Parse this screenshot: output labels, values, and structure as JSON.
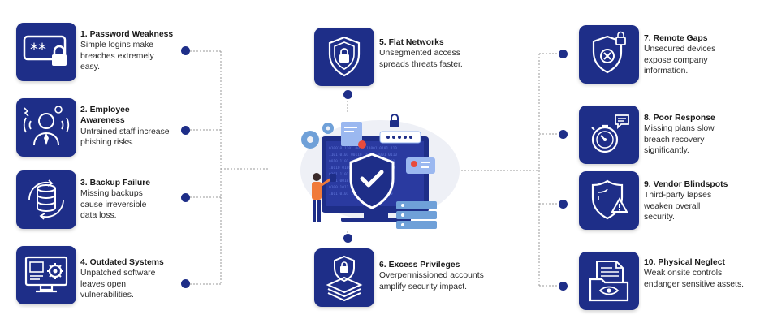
{
  "items": [
    {
      "num": "1.",
      "title": "Password Weakness",
      "desc": "Simple logins make breaches extremely easy.",
      "icon": "password-lock-icon"
    },
    {
      "num": "2.",
      "title": "Employee Awareness",
      "desc": "Untrained staff increase phishing risks.",
      "icon": "employee-idea-icon"
    },
    {
      "num": "3.",
      "title": "Backup Failure",
      "desc": "Missing backups cause irreversible data loss.",
      "icon": "database-backup-icon"
    },
    {
      "num": "4.",
      "title": "Outdated Systems",
      "desc": "Unpatched software leaves open vulnerabilities.",
      "icon": "outdated-system-icon"
    },
    {
      "num": "5.",
      "title": "Flat Networks",
      "desc": "Unsegmented access spreads threats faster.",
      "icon": "shield-lock-icon"
    },
    {
      "num": "6.",
      "title": "Excess Privileges",
      "desc": "Overpermissioned accounts amplify security impact.",
      "icon": "layered-lock-icon"
    },
    {
      "num": "7.",
      "title": "Remote Gaps",
      "desc": "Unsecured devices expose company information.",
      "icon": "shield-x-icon"
    },
    {
      "num": "8.",
      "title": "Poor Response",
      "desc": "Missing plans slow breach recovery significantly.",
      "icon": "stopwatch-icon"
    },
    {
      "num": "9.",
      "title": "Vendor Blindspots",
      "desc": "Third-party lapses weaken overall security.",
      "icon": "shield-warning-icon"
    },
    {
      "num": "10.",
      "title": "Physical Neglect",
      "desc": "Weak onsite controls endanger sensitive assets.",
      "icon": "secure-document-icon"
    }
  ],
  "colors": {
    "accent": "#1e2e88",
    "connector": "#9a9a9a",
    "screen": "#2a3aa0",
    "person": "#f07a3a",
    "gear": "#6fa0d8"
  }
}
